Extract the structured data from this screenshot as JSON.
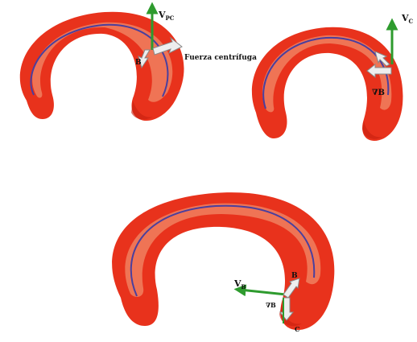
{
  "colors": {
    "torus_outer": "#e8321c",
    "torus_inner": "#f08464",
    "torus_shade": "#c7200f",
    "field_line": "#4a3f9e",
    "arrow_green": "#2e9b2e",
    "arrow_white": "#eeeeee"
  },
  "panels": {
    "top_left": {
      "vector_v_label": "V",
      "vector_v_sub": "PC",
      "b_label": "B",
      "force_label": "Fuerza centrífuga"
    },
    "top_right": {
      "vector_v_label": "V",
      "vector_v_sub": "C",
      "drift_label": "∇B"
    },
    "bottom": {
      "vector_v_label": "V",
      "vector_v_sub": "B",
      "b_label": "B",
      "grad_label": "∇B",
      "c_label": "C"
    }
  }
}
